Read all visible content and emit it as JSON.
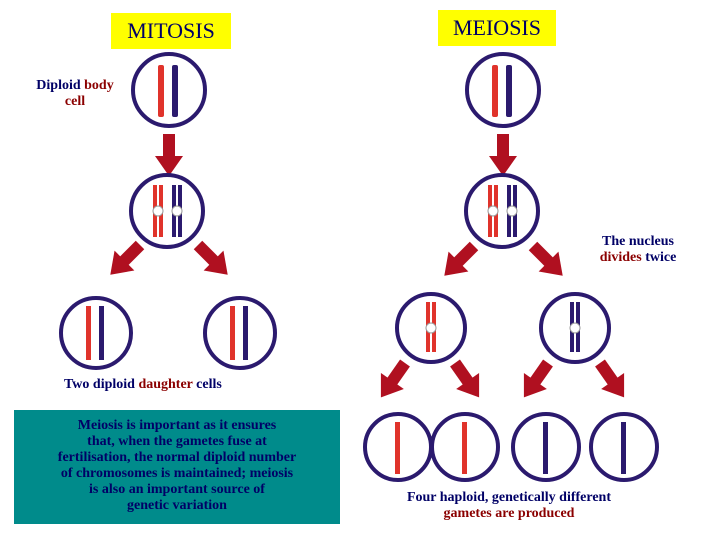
{
  "headings": {
    "mitosis": "MITOSIS",
    "meiosis": "MEIOSIS"
  },
  "labels": {
    "diploid_1": "Diploid ",
    "diploid_2": "body",
    "diploid_3": "cell",
    "nucleus_1": "The nucleus",
    "nucleus_2": "divides",
    "nucleus_3": " twice",
    "two_1": "Two diploid ",
    "two_2": "daughter",
    "two_3": " cells",
    "four_1": "Four haploid, genetically different",
    "four_2": "gametes are produced"
  },
  "info": {
    "l1": "Meiosis is important as it ensures",
    "l2": "that, when the gametes fuse at",
    "l3a": "fertilisation, the ",
    "l3b": "normal diploid number",
    "l4": "of chromosomes is maintained; meiosis",
    "l5": "is also an important source of",
    "l6": "genetic variation"
  },
  "colors": {
    "heading_bg": "#ffff00",
    "cell_outline": "#2b1a6e",
    "chromosome_red": "#e0332b",
    "chromosome_blue": "#2b1a6e",
    "arrow": "#b01020",
    "label_dark_red": "#8b0000",
    "label_navy": "#000066",
    "info_bg": "#008b8b"
  }
}
